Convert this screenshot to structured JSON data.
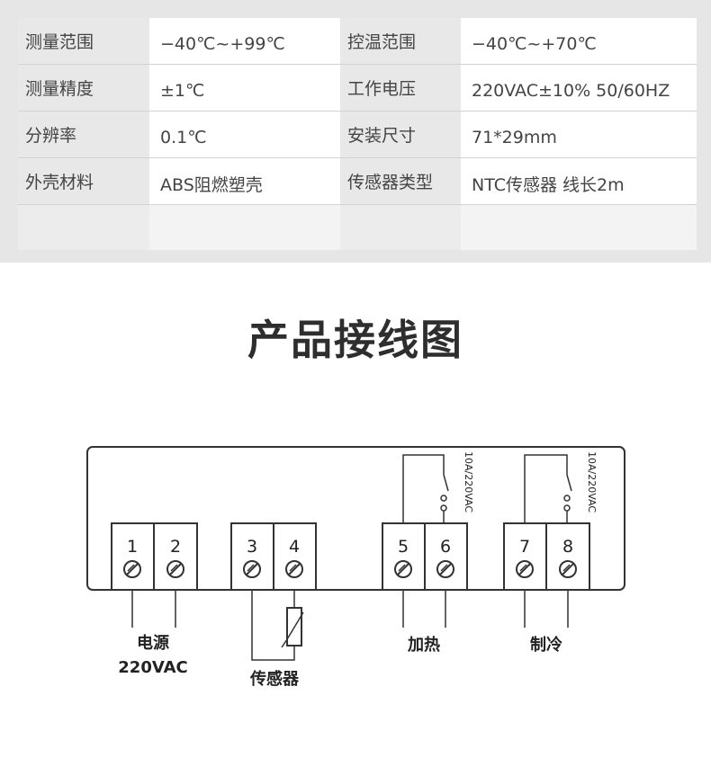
{
  "specs": {
    "rows": [
      [
        {
          "label": "测量范围",
          "value": "−40℃~+99℃"
        },
        {
          "label": "控温范围",
          "value": "−40℃~+70℃"
        }
      ],
      [
        {
          "label": "测量精度",
          "value": "±1℃"
        },
        {
          "label": "工作电压",
          "value": "220VAC±10% 50/60HZ"
        }
      ],
      [
        {
          "label": "分辨率",
          "value": "0.1℃"
        },
        {
          "label": "安装尺寸",
          "value": "71*29mm"
        }
      ],
      [
        {
          "label": "外壳材料",
          "value": "ABS阻燃塑壳"
        },
        {
          "label": "传感器类型",
          "value": "NTC传感器 线长2m"
        }
      ]
    ]
  },
  "diagram": {
    "title": "产品接线图",
    "terminals": [
      "1",
      "2",
      "3",
      "4",
      "5",
      "6",
      "7",
      "8"
    ],
    "relay_rating_heat": "10A/220VAC",
    "relay_rating_cool": "10A/220VAC",
    "labels": {
      "power_line1": "电源",
      "power_line2": "220VAC",
      "sensor": "传感器",
      "heat": "加热",
      "cool": "制冷"
    }
  }
}
